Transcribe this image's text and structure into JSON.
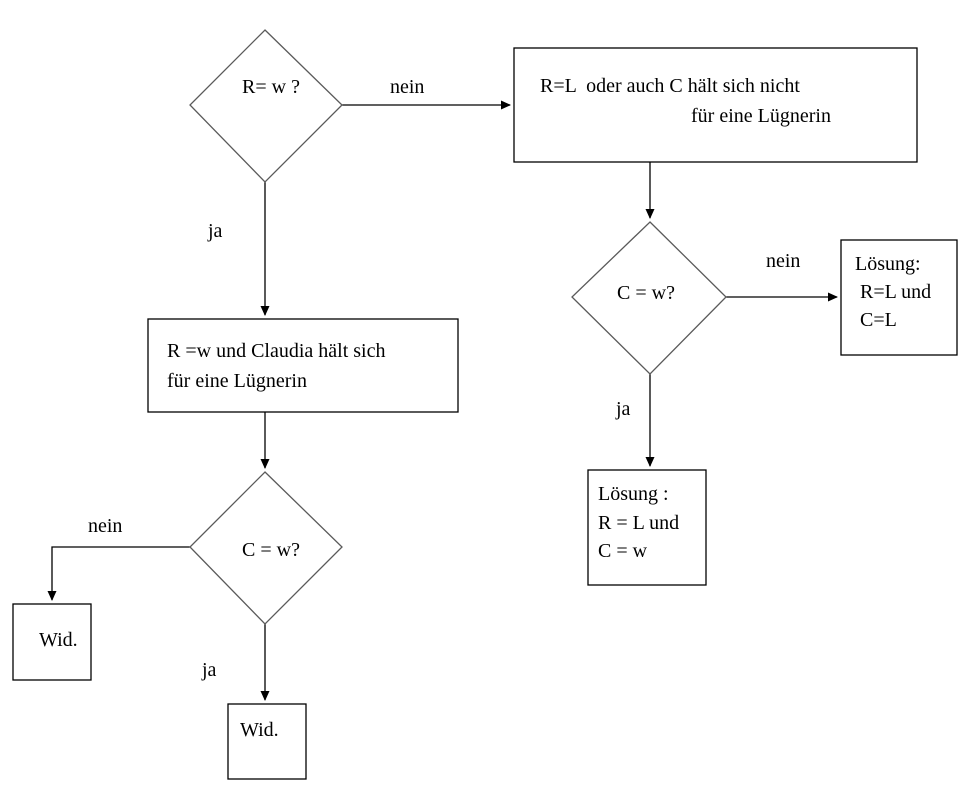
{
  "diagram": {
    "decisions": {
      "r_check": "R= w ?",
      "c_check_right": "C = w?",
      "c_check_left": "C = w?"
    },
    "boxes": {
      "r_is_l": {
        "line1": "R=L  oder auch C hält sich nicht",
        "line2": "für eine Lügnerin"
      },
      "r_is_w": {
        "line1": "R =w und Claudia hält sich",
        "line2": "für eine Lügnerin"
      },
      "solution_cl": {
        "line1": "Lösung:",
        "line2": "R=L und",
        "line3": "C=L"
      },
      "solution_cw": {
        "line1": "Lösung :",
        "line2": "R = L und",
        "line3": "C = w"
      },
      "contradiction_left": "Wid.",
      "contradiction_bottom": "Wid."
    },
    "edge_labels": {
      "r_nein": "nein",
      "r_ja": "ja",
      "c_right_nein": "nein",
      "c_right_ja": "ja",
      "c_left_nein": "nein",
      "c_left_ja": "ja"
    }
  }
}
